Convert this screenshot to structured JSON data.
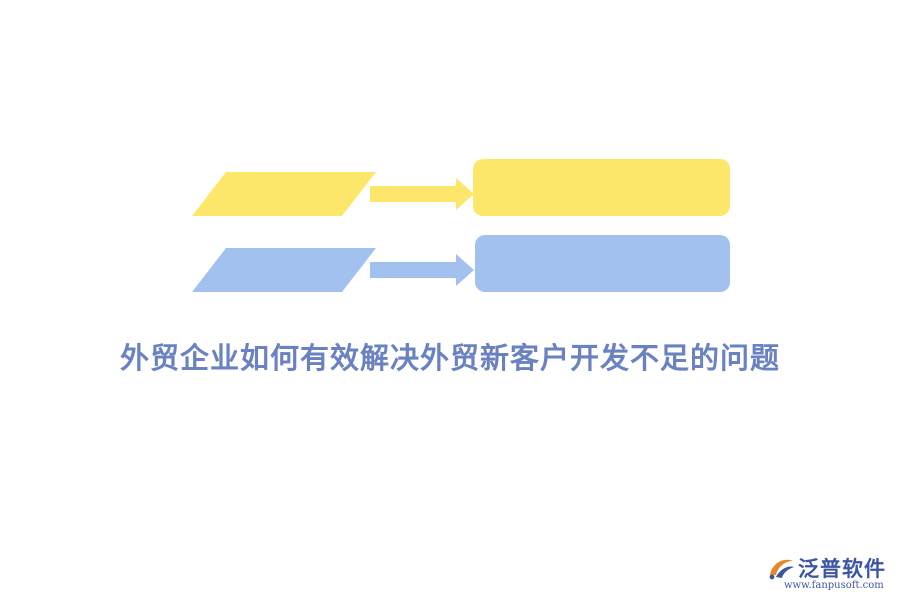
{
  "title": "外贸企业如何有效解决外贸新客户开发不足的问题",
  "colors": {
    "yellow": "#fde76b",
    "blue": "#a2c1ee",
    "title": "#6a82c2",
    "logo": "#3d56a4"
  },
  "logo": {
    "name": "泛普软件",
    "url": "www.fanpusoft.com",
    "icon": "fanpu-logo-icon"
  }
}
